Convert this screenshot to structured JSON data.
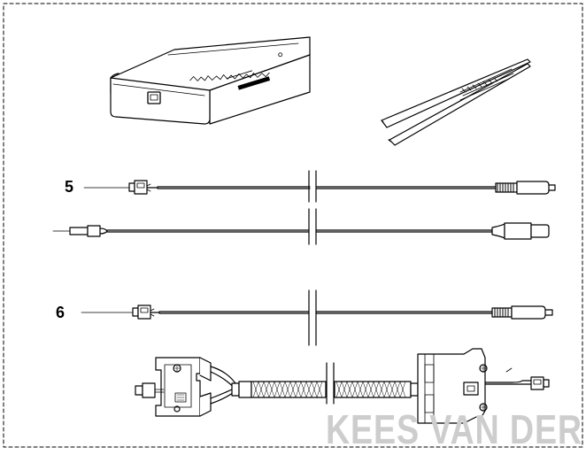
{
  "callouts": {
    "item5": "5",
    "item6": "6"
  },
  "watermark": {
    "text": "KEES VAN DER"
  },
  "colors": {
    "line": "#000000",
    "border": "#000000",
    "watermark": "#cdcdcd",
    "background": "#ffffff"
  },
  "icons": [
    "interface-box-icon",
    "tweezers-icon",
    "cable-icon",
    "adapter-cable-icon",
    "connector-harness-icon"
  ]
}
